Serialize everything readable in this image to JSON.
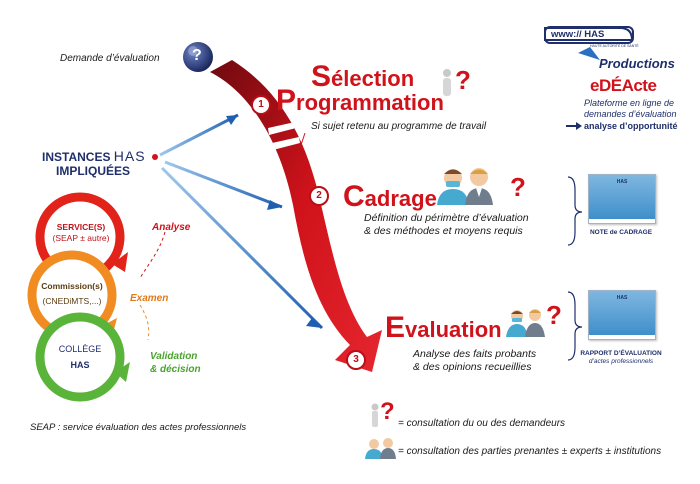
{
  "top_left": {
    "request_label": "Demande d’évaluation",
    "question_icon": "question-mark-icon"
  },
  "instances": {
    "line1": "INSTANCES",
    "has_logo": "HAS",
    "line2": "IMPLIQUÉES"
  },
  "cycle": {
    "service_title": "SERVICE(S)",
    "service_sub": "(SEAP ± autre)",
    "commission_title": "Commission(s)",
    "commission_sub": "(CNEDiMTS,...)",
    "college_title": "COLLÈGE",
    "college_sub": "HAS",
    "analyse": "Analyse",
    "examen": "Examen",
    "validation_line1": "Validation",
    "validation_line2": "& décision",
    "colors": {
      "service": "#e2231a",
      "commission": "#f08c21",
      "college": "#5bb43a"
    }
  },
  "footnote": "SEAP : service évaluation des actes professionnels",
  "steps": [
    {
      "number": "1",
      "title1_initial": "S",
      "title1_rest": "élection",
      "title2_initial": "P",
      "title2_rest": "rogrammation",
      "note": "Si sujet retenu au programme de travail"
    },
    {
      "number": "2",
      "title_initial": "C",
      "title_rest": "adrage",
      "desc_line1": "Définition du périmètre d’évaluation",
      "desc_line2": "& des méthodes et moyens requis",
      "doc_label": "NOTE de CADRAGE"
    },
    {
      "number": "3",
      "title_initial": "E",
      "title_rest": "valuation",
      "desc_line1": "Analyse des faits probants",
      "desc_line2": "& des opinions recueillies",
      "doc_label_line1": "RAPPORT D’ÉVALUATION",
      "doc_label_line2": "d’actes professionnels"
    }
  ],
  "productions": {
    "url_logo": "www:// HAS",
    "url_tagline": "HAUTE AUTORITÉ DE SANTÉ",
    "title": "Productions",
    "edeacte": "eDÉActe",
    "desc_line1": "Plateforme en ligne de",
    "desc_line2": "demandes d’évaluation",
    "desc_line3": "analyse d’opportunité"
  },
  "doc_logo": "HAS",
  "qmark": "?",
  "legend": {
    "item1": "= consultation du ou des demandeurs",
    "item2": "= consultation des parties prenantes ± experts ± institutions"
  },
  "accent_colors": {
    "red": "#d0121b",
    "navy": "#1f2f6b",
    "blue_arrow": "#2a6fc0"
  }
}
